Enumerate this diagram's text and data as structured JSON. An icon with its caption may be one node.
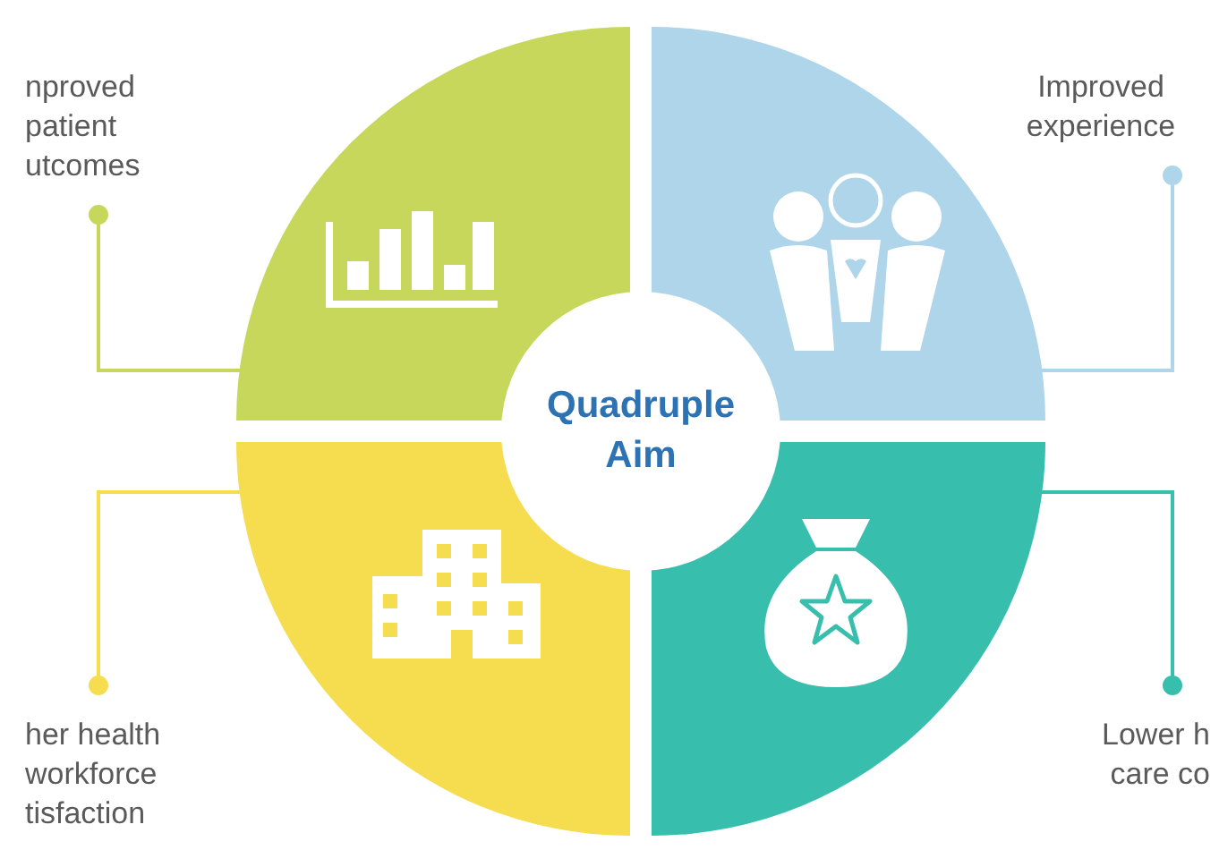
{
  "diagram": {
    "nodes": [
      {
        "text": [
          "nproved patient utcomes"
        ]
      },
      {
        "text": [],
        "shape": "sector"
      },
      {
        "text": [
          "Improved experience"
        ]
      },
      {
        "text": [],
        "shape": "sector"
      },
      {
        "text": [
          "her health workforce tisfaction"
        ]
      },
      {
        "text": [],
        "shape": "sector"
      },
      {
        "text": [
          "Lower h care co"
        ]
      },
      {
        "text": [],
        "shape": "sector"
      },
      {
        "text": [
          "Quadruple Aim"
        ]
      }
    ],
    "edges": [
      {
        "from": 0,
        "to": 1,
        "arrow": "other",
        "color": "#c6d75b"
      },
      {
        "from": 2,
        "to": 3,
        "arrow": "other",
        "color": "#aed5ea"
      },
      {
        "from": 4,
        "to": 5,
        "arrow": "other",
        "color": "#f6dd50"
      },
      {
        "from": 6,
        "to": 7,
        "arrow": "other",
        "color": "#38bead"
      }
    ]
  }
}
